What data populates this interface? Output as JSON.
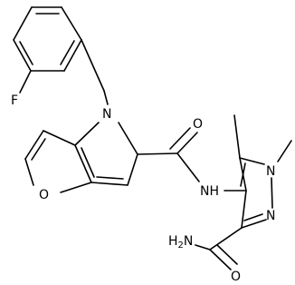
{
  "atoms": {
    "fluorine": "F",
    "indole_nitrogen": "N",
    "furan_oxygen": "O",
    "amide_oxygen": "O",
    "amide_nh": "NH",
    "pyrazole_n1": "N",
    "pyrazole_n2": "N",
    "carboxamide_nh2": "H2N",
    "carboxamide_oxygen": "O"
  }
}
